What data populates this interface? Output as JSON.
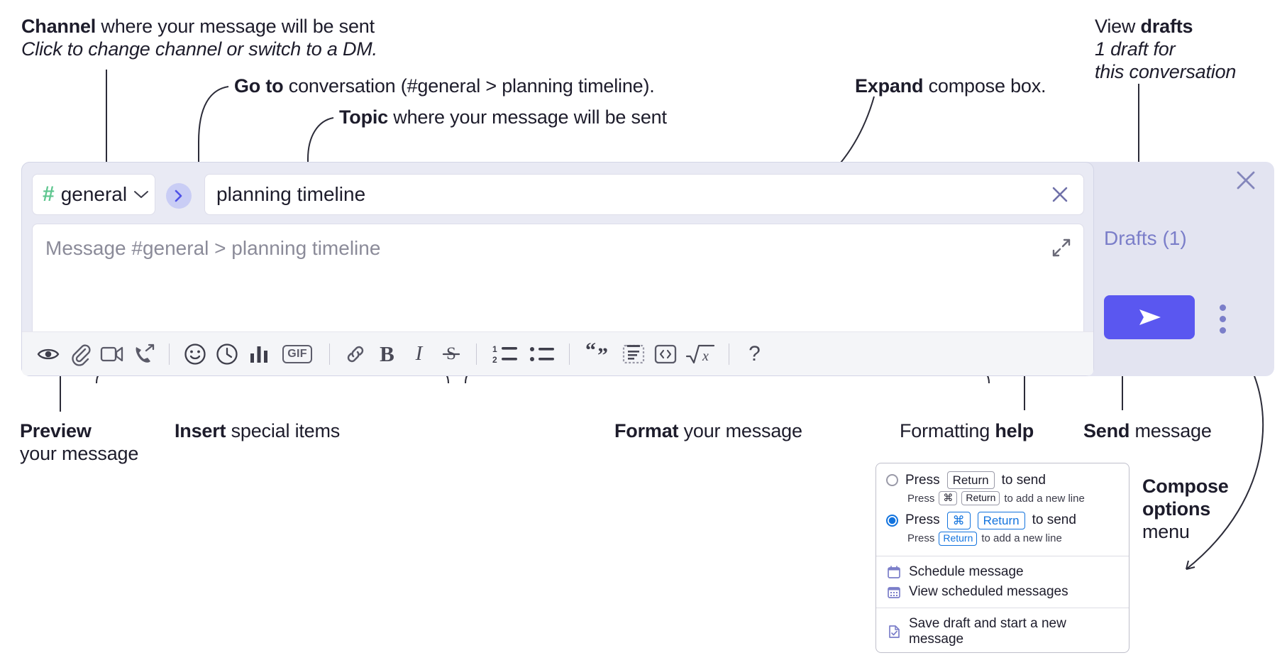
{
  "annotations": {
    "channel": {
      "bold": "Channel",
      "rest": " where your message will be sent",
      "italic": "Click to change channel or switch to a DM."
    },
    "goto": {
      "bold": "Go to",
      "rest": " conversation (#general > planning timeline)."
    },
    "topic": {
      "bold": "Topic",
      "rest": " where your message will be sent"
    },
    "expand": {
      "bold": "Expand",
      "rest": " compose box."
    },
    "drafts": {
      "bold1": "View ",
      "bold2": "drafts",
      "italic1": "1 draft for",
      "italic2": "this conversation"
    },
    "preview": {
      "bold": "Preview",
      "rest": "your message"
    },
    "insert": {
      "bold": "Insert",
      "rest": " special items"
    },
    "format": {
      "bold": "Format",
      "rest": " your message"
    },
    "help": {
      "plain": "Formatting ",
      "bold": "help"
    },
    "send": {
      "bold": "Send",
      "rest": " message"
    },
    "compose_options": {
      "bold1": "Compose",
      "bold2": "options",
      "rest": "menu"
    }
  },
  "compose": {
    "channel": {
      "hash": "#",
      "name": "general",
      "caret_icon": "chevron-down-icon"
    },
    "goto_button": {
      "icon": "chevron-right-icon"
    },
    "topic": {
      "value": "planning timeline",
      "clear_icon": "close-icon"
    },
    "message": {
      "placeholder": "Message #general > planning timeline",
      "value": "",
      "expand_icon": "expand-icon"
    },
    "toolbar": [
      {
        "name": "preview-icon",
        "label": "Preview"
      },
      {
        "name": "attachment-icon",
        "label": "Attach file"
      },
      {
        "name": "video-icon",
        "label": "Record video"
      },
      {
        "name": "call-icon",
        "label": "Start call"
      },
      {
        "name": "separator-1",
        "label": ""
      },
      {
        "name": "emoji-icon",
        "label": "Emoji"
      },
      {
        "name": "clock-icon",
        "label": "Reminder"
      },
      {
        "name": "poll-icon",
        "label": "Poll"
      },
      {
        "name": "gif-icon",
        "label": "GIF"
      },
      {
        "name": "separator-2",
        "label": ""
      },
      {
        "name": "link-icon",
        "label": "Link"
      },
      {
        "name": "bold-icon",
        "label": "B"
      },
      {
        "name": "italic-icon",
        "label": "I"
      },
      {
        "name": "strikethrough-icon",
        "label": "S"
      },
      {
        "name": "separator-3",
        "label": ""
      },
      {
        "name": "ordered-list-icon",
        "label": "Ordered list"
      },
      {
        "name": "bulleted-list-icon",
        "label": "Bulleted list"
      },
      {
        "name": "separator-4",
        "label": ""
      },
      {
        "name": "blockquote-icon",
        "label": "Blockquote"
      },
      {
        "name": "code-block-icon",
        "label": "Code block"
      },
      {
        "name": "code-icon",
        "label": "Code"
      },
      {
        "name": "latex-icon",
        "label": "LaTeX"
      },
      {
        "name": "separator-5",
        "label": ""
      },
      {
        "name": "help-icon",
        "label": "?"
      }
    ],
    "drafts_label": "Drafts (1)",
    "close_icon": "close-icon",
    "send_icon": "send-icon",
    "kebab_icon": "more-options-icon"
  },
  "menu": {
    "option1": {
      "selected": false,
      "pre": "Press",
      "key": "Return",
      "post": "to send",
      "sub_pre": "Press",
      "sub_key1": "⌘",
      "sub_key2": "Return",
      "sub_post": "to add a new line"
    },
    "option2": {
      "selected": true,
      "pre": "Press",
      "key1": "⌘",
      "key2": "Return",
      "post": "to send",
      "sub_pre": "Press",
      "sub_key": "Return",
      "sub_post": "to add a new line"
    },
    "items": [
      {
        "icon": "calendar-icon",
        "label": "Schedule message"
      },
      {
        "icon": "calendar-grid-icon",
        "label": "View scheduled messages"
      },
      {
        "icon": "save-draft-icon",
        "label": "Save draft and start a new message"
      }
    ]
  },
  "colors": {
    "accent": "#5a57f0",
    "panel": "#e9eaf4",
    "hash_green": "#5ec68f",
    "link_purple": "#7b7ec9",
    "radio_blue": "#1273de"
  }
}
